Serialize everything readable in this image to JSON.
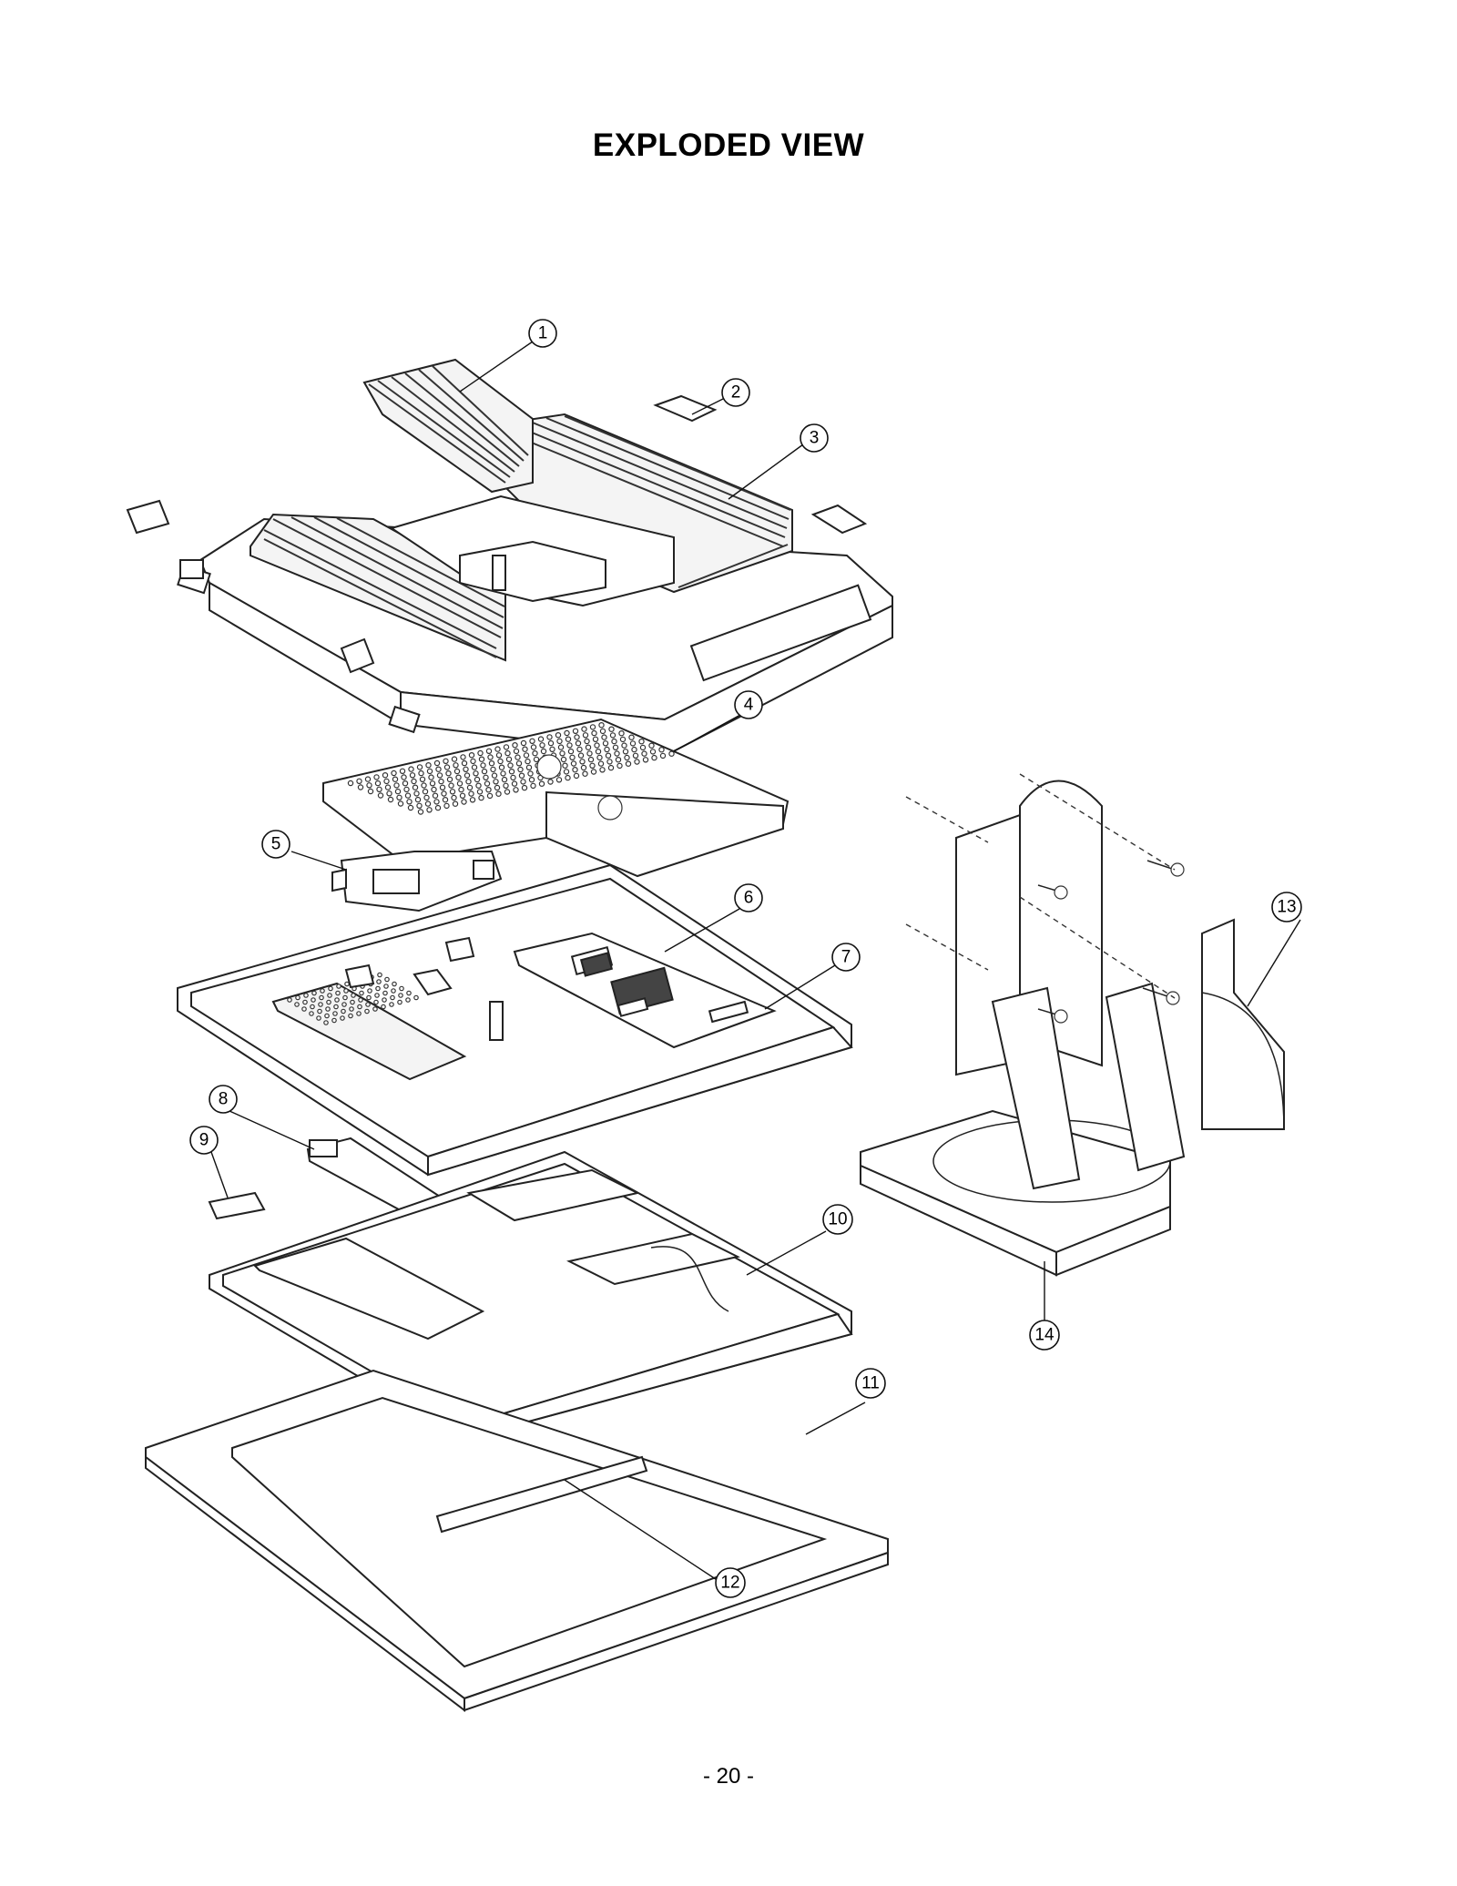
{
  "page": {
    "title": "EXPLODED VIEW",
    "page_number": "- 20 -"
  },
  "callouts": [
    "1",
    "2",
    "3",
    "4",
    "5",
    "6",
    "7",
    "8",
    "9",
    "10",
    "11",
    "12",
    "13",
    "14"
  ]
}
